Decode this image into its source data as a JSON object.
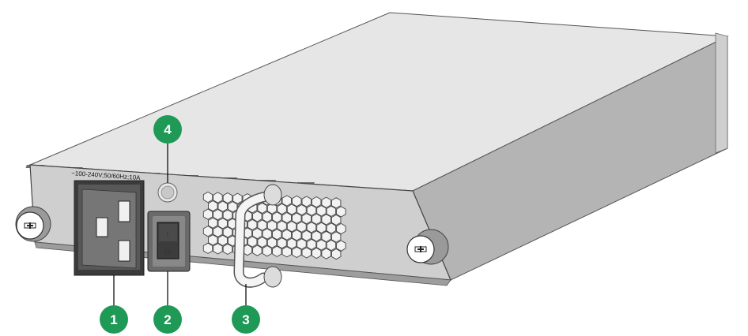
{
  "device": {
    "rating_label": "~100-240V;50/60Hz;10A",
    "switch_on_symbol": "I",
    "switch_off_symbol": "O"
  },
  "callouts": [
    {
      "number": "1",
      "target": "AC power input receptacle"
    },
    {
      "number": "2",
      "target": "Power switch"
    },
    {
      "number": "3",
      "target": "Handle"
    },
    {
      "number": "4",
      "target": "Status LED"
    }
  ],
  "colors": {
    "callout_green": "#1f9a56",
    "chassis_top": "#e6e6e6",
    "chassis_side": "#b4b4b4",
    "front_panel": "#cfcfcf"
  },
  "icons": {
    "captive_screw": "screw-icon",
    "ventilation": "hexagon-vent-icon"
  }
}
